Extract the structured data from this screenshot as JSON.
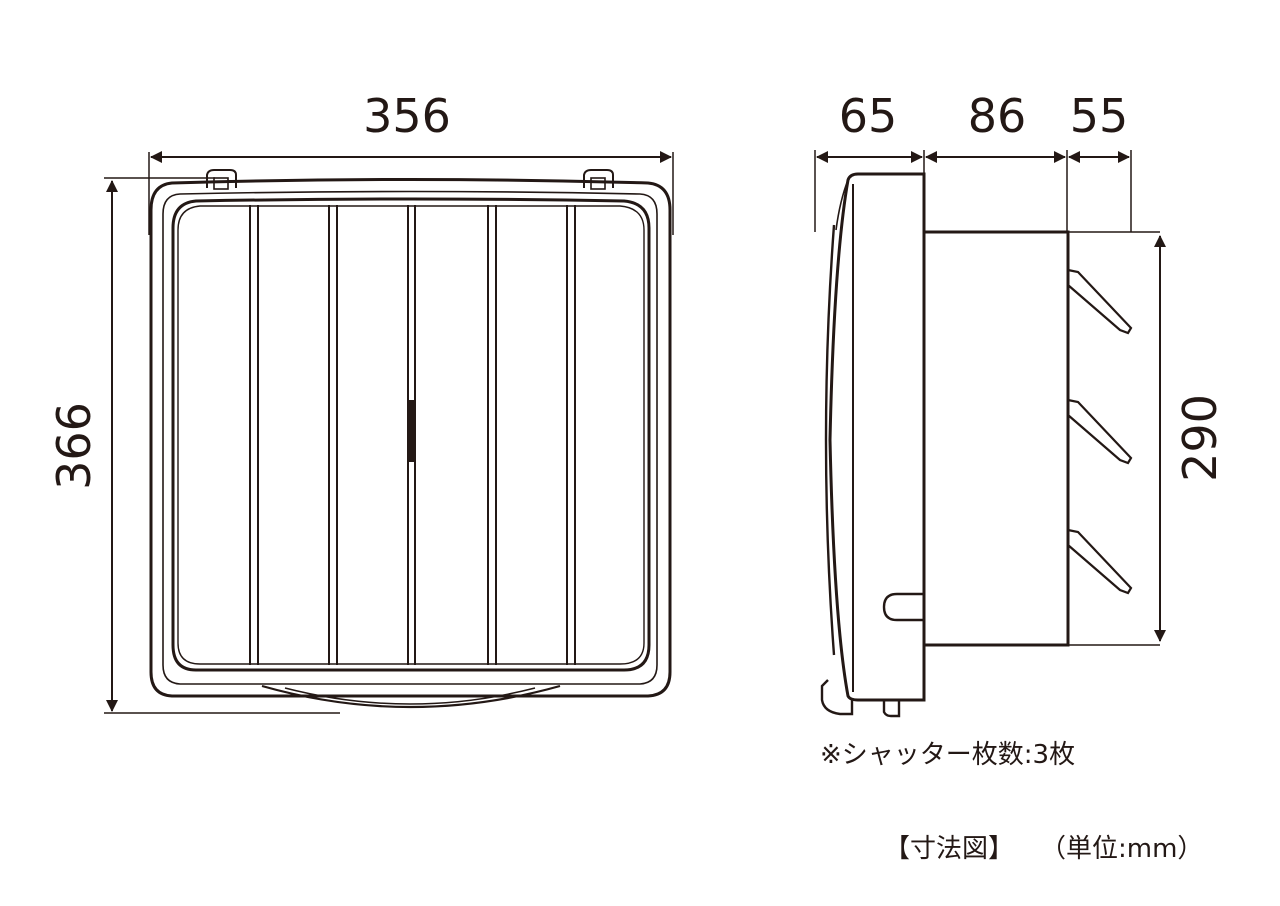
{
  "diagram": {
    "front_view": {
      "width_label": "356",
      "height_label": "366"
    },
    "side_view": {
      "depth_labels": [
        "65",
        "86",
        "55"
      ],
      "height_label": "290",
      "shutter_note": "※シャッター枚数:3枚"
    },
    "footer": {
      "title": "【寸法図】",
      "unit": "（単位:mm）"
    }
  },
  "colors": {
    "line": "#231815",
    "background": "#ffffff"
  }
}
